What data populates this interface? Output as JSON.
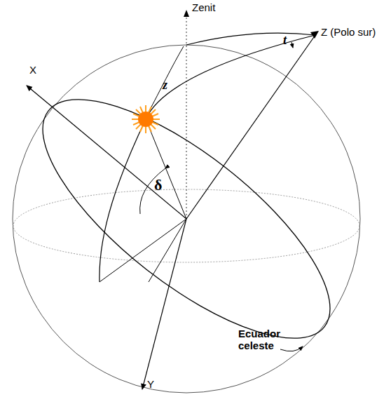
{
  "diagram": {
    "labels": [
      "Zenit",
      "z",
      "t",
      "Z (Polo sur)",
      "X",
      "δ",
      "Ecuador celeste",
      "Y"
    ]
  }
}
